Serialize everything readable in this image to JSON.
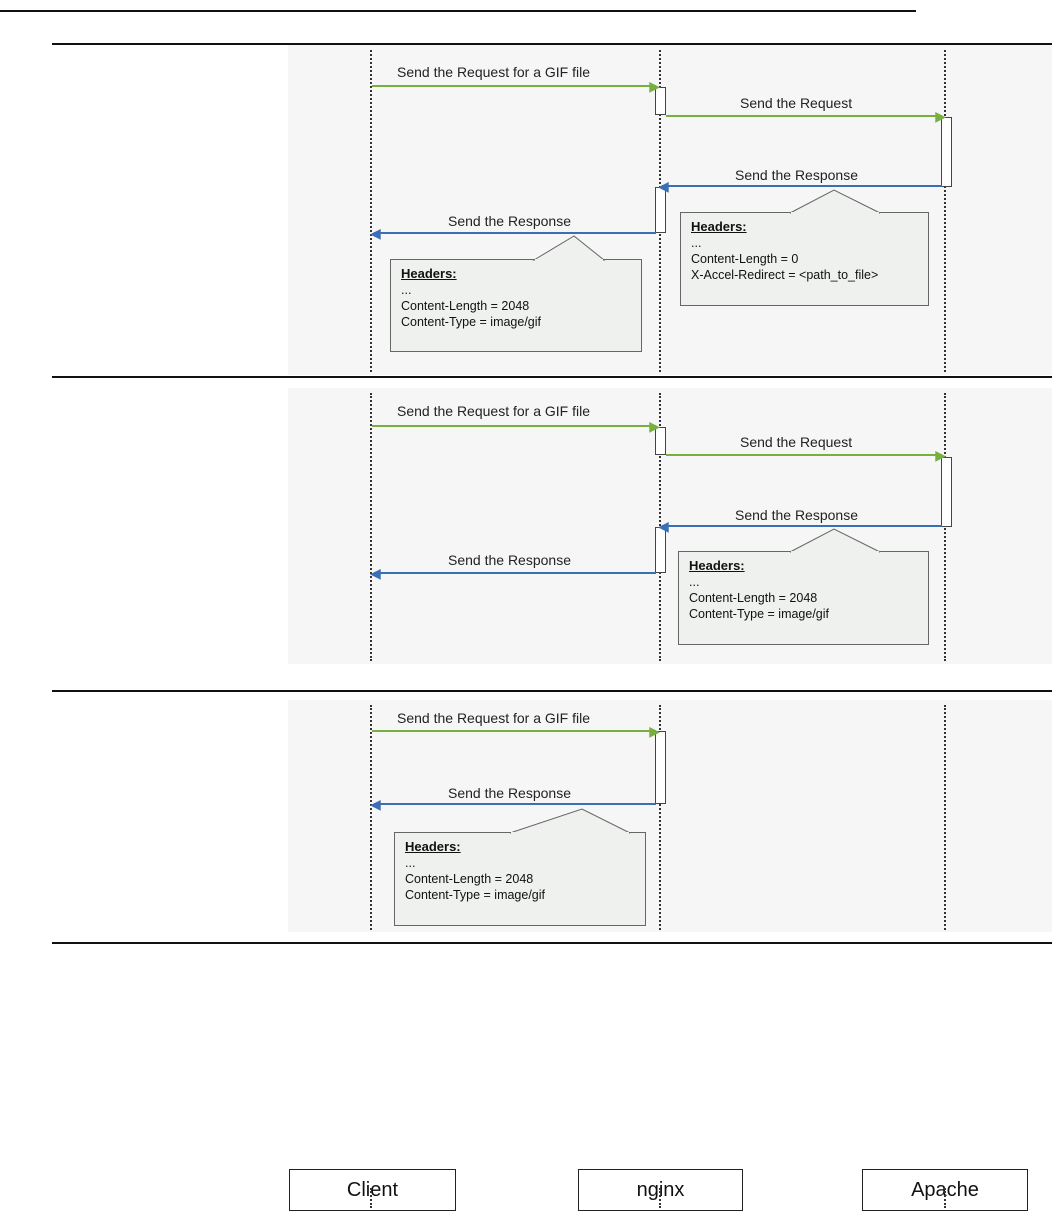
{
  "colors": {
    "request_arrow": "#77b041",
    "response_arrow": "#3a6fb5",
    "callout_fill": "#eef1ed"
  },
  "icons": {
    "arrow_right": "arrowhead-right-icon",
    "arrow_left": "arrowhead-left-icon"
  },
  "participants": {
    "client": "Client",
    "nginx": "nginx",
    "apache": "Apache"
  },
  "panels": [
    {
      "request_client": "Send the Request for a GIF file",
      "request_nginx": "Send the Request",
      "response_apache": "Send the Response",
      "response_nginx": "Send the Response",
      "apache_headers": {
        "heading": "Headers:",
        "lines": [
          "...",
          "Content-Length = 0",
          "X-Accel-Redirect = <path_to_file>"
        ]
      },
      "nginx_headers": {
        "heading": "Headers:",
        "lines": [
          "...",
          "Content-Length = 2048",
          "Content-Type = image/gif"
        ]
      }
    },
    {
      "request_client": "Send the Request for a GIF file",
      "request_nginx": "Send the Request",
      "response_apache": "Send the Response",
      "response_nginx": "Send the Response",
      "apache_headers": {
        "heading": "Headers:",
        "lines": [
          "...",
          "Content-Length = 2048",
          "Content-Type = image/gif"
        ]
      }
    },
    {
      "request_client": "Send the Request for a GIF file",
      "response_nginx": "Send the Response",
      "nginx_headers": {
        "heading": "Headers:",
        "lines": [
          "...",
          "Content-Length = 2048",
          "Content-Type = image/gif"
        ]
      }
    }
  ]
}
